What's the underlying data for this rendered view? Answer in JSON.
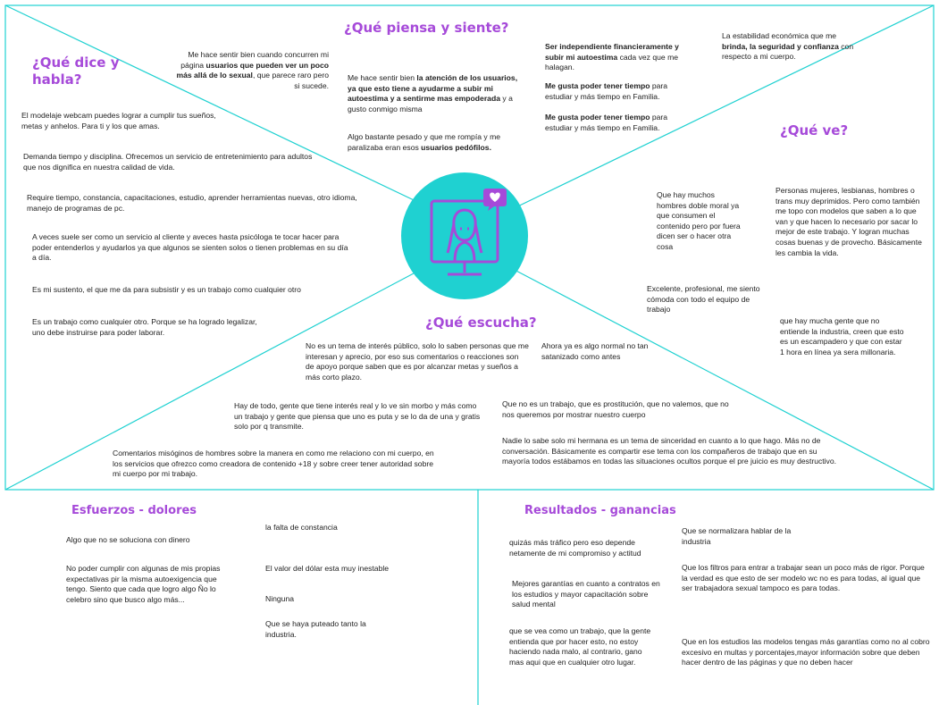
{
  "colors": {
    "line": "#1fd1d1",
    "heading": "#a64ad9",
    "center_bg": "#1fd1d1",
    "icon": "#a64ad9"
  },
  "center": {
    "icon": "webcam-model-monitor-icon"
  },
  "headings": {
    "piensa": "¿Qué piensa y siente?",
    "dice": "¿Qué dice y habla?",
    "ve": "¿Qué ve?",
    "escucha": "¿Qué escucha?",
    "esfuerzos": "Esfuerzos - dolores",
    "resultados": "Resultados - ganancias"
  },
  "piensa": {
    "n1": {
      "a": "Me hace sentir bien cuando concurren mi página ",
      "b": "usuarios que pueden ver un poco más allá de lo sexual",
      "c": ", que parece raro pero si sucede."
    },
    "n2": {
      "a": "Me hace sentir bien ",
      "b": "la atención de los usuarios, ya que esto tiene a ayudarme a subir mi autoestima y a sentirme mas empoderada",
      "c": " y a gusto conmigo misma"
    },
    "n3": {
      "a": "Algo bastante pesado y que me rompía y me paralizaba eran esos ",
      "b": "usuarios pedófilos."
    },
    "n4": {
      "b": "Ser independiente financieramente y subir mi autoestima",
      "c": " cada vez que me halagan."
    },
    "n5": {
      "b": "Me gusta poder tener tiempo",
      "c": " para estudiar y más tiempo en Familia."
    },
    "n6": {
      "b": "Me gusta poder tener tiempo",
      "c": " para estudiar y más tiempo en Familia."
    },
    "n7": {
      "a": "La estabilidad económica que me ",
      "b": "brinda, la seguridad y confianza",
      "c": " con respecto a mi cuerpo."
    }
  },
  "dice": [
    "El modelaje webcam puedes lograr a cumplir tus sueños, metas y anhelos. Para ti y los que amas.",
    "Demanda tiempo y disciplina. Ofrecemos un servicio de entretenimiento para adultos que nos dignifica en nuestra calidad de vida.",
    "Require tiempo, constancia, capacitaciones, estudio, aprender herramientas nuevas, otro idioma, manejo de programas de pc.",
    "A veces suele ser como un servicio al cliente y aveces hasta psicóloga te tocar hacer para poder entenderlos y ayudarlos ya que algunos se sienten solos o tienen problemas en su día a día.",
    "Es mi sustento, el que me da para subsistir y es un trabajo como cualquier otro",
    "Es un trabajo como cualquier otro. Porque se ha logrado legalizar, uno debe instruirse para poder laborar."
  ],
  "ve": [
    "Que hay muchos hombres doble moral ya que consumen el contenido pero por fuera dicen ser o hacer otra cosa",
    "Personas mujeres, lesbianas, hombres o trans muy deprimidos. Pero como también me topo con modelos que saben a lo que van y que hacen lo necesario por sacar lo mejor de este trabajo. Y logran muchas cosas buenas y de provecho. Básicamente les cambia la vida.",
    "Excelente, profesional, me siento cómoda con todo el equipo de trabajo",
    "que hay mucha gente que no entiende la industria, creen que esto es un escampadero y que con estar 1 hora en línea ya sera millonaria."
  ],
  "escucha": [
    "No es un tema de interés público, solo lo saben personas que me interesan y aprecio, por eso sus comentarios o reacciones son de apoyo porque saben que es por alcanzar metas y sueños a más corto plazo.",
    "Ahora ya es algo normal no tan satanizado como antes",
    "Hay de todo, gente que tiene interés real y lo ve sin morbo y más como un trabajo y gente que piensa que uno es puta y se lo da de una y gratis solo por q transmite.",
    "Que no es un trabajo, que es prostitución, que no valemos, que no nos queremos por mostrar nuestro cuerpo",
    "Comentarios misóginos de hombres sobre la manera en como me relaciono con mi cuerpo, en los servicios que ofrezco como creadora de contenido +18 y sobre creer tener autoridad sobre mi cuerpo por mi trabajo.",
    "Nadie lo sabe solo mi hermana es un tema de sinceridad en cuanto a lo que hago. Más no de conversación. Básicamente es compartir ese tema con los compañeros de trabajo que en su mayoría todos estábamos en todas las situaciones ocultos porque el pre juicio es muy destructivo."
  ],
  "esfuerzos": [
    "Algo que no se soluciona con dinero",
    "No poder cumplir con algunas de mis propias expectativas pir la misma autoexigencia que tengo. Siento que cada que logro algo Ño lo celebro sino que busco algo más...",
    "la falta de constancia",
    "El valor del dólar esta muy inestable",
    "Ninguna",
    "Que se haya puteado tanto la industria."
  ],
  "resultados": [
    "quizás más tráfico pero eso depende netamente de mi compromiso y actitud",
    "Mejores garantías en cuanto a contratos en los estudios y mayor capacitación sobre salud mental",
    "que se vea como un trabajo, que la gente entienda que por hacer esto, no estoy haciendo nada malo, al contrario, gano mas aqui que en cualquier otro lugar.",
    "Que se normalizara hablar de la industria",
    "Que los filtros para entrar a trabajar sean un poco más de rigor. Porque la verdad es que esto de ser modelo wc no es para todas, al igual que ser trabajadora sexual tampoco es para todas.",
    "Que en los estudios las modelos tengas más garantías como no al cobro excesivo en multas y porcentajes,mayor información sobre que deben hacer dentro de las páginas y que no deben hacer"
  ]
}
